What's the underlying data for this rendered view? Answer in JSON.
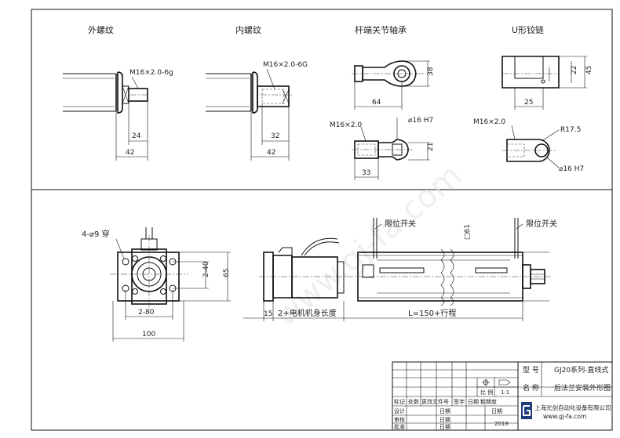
{
  "views": {
    "external_thread": {
      "title": "外螺纹",
      "thread": "M16×2.0-6g",
      "dim_a": "24",
      "dim_b": "42"
    },
    "internal_thread": {
      "title": "内螺纹",
      "thread": "M16×2.0-6G",
      "dim_a": "32",
      "dim_b": "42"
    },
    "rod_end": {
      "title": "杆端关节轴承",
      "height": "38",
      "length": "64",
      "thread": "M16×2.0",
      "bore": "⌀16 H7",
      "width": "21",
      "depth": "33"
    },
    "clevis": {
      "title": "U形铰链",
      "inner": "22",
      "outer": "45",
      "slot": "25",
      "thread": "M16×2.0",
      "radius": "R17.5",
      "bore": "⌀16 H7"
    }
  },
  "flange": {
    "holes": "4-⌀9 穿",
    "pcd_h": "2-80",
    "pcd_v": "2-40",
    "height": "65",
    "width": "100"
  },
  "body": {
    "switch_left": "限位开关",
    "switch_right": "限位开关",
    "square": "□61",
    "dim_15": "15",
    "motor_len": "2+电机机身长度",
    "stroke": "L=150+行程"
  },
  "title_block": {
    "model_label": "型 号",
    "model_value": "GJ20系列-直线式",
    "name_label": "名 称",
    "name_value": "后法兰安装外形图",
    "scale_label": "比 例",
    "scale_value": "1:1",
    "rev_headers": [
      "标记",
      "处数",
      "更改文件号",
      "签字",
      "日期",
      "粗糙度"
    ],
    "sign_rows": [
      {
        "role": "设计",
        "date": "日期"
      },
      {
        "role": "审核",
        "date": "日期"
      },
      {
        "role": "批准",
        "date": "日期"
      }
    ],
    "date_label": "日期",
    "year": "2018",
    "company": "上海光剑自动化设备有限公司",
    "website": "www.gj-fa.com"
  },
  "colors": {
    "line": "#111111",
    "watermark": "#dfe4ea"
  }
}
